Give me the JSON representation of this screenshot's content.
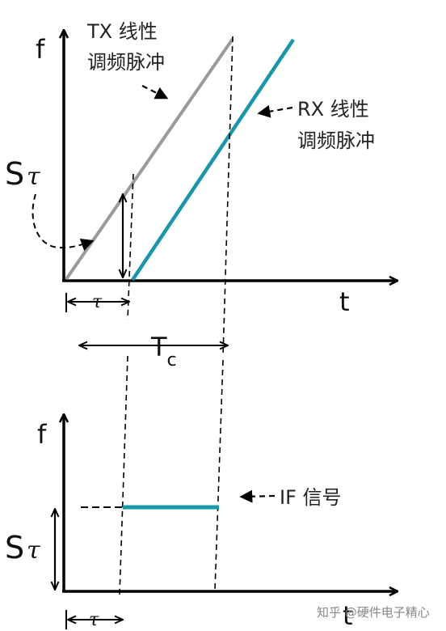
{
  "top": {
    "f_label": "f",
    "t_label": "t",
    "tx_label_line1": "TX 线性",
    "tx_label_line2": "调频脉冲",
    "rx_label_line1": "RX 线性",
    "rx_label_line2": "调频脉冲",
    "s_label": "S",
    "tau_symbol": "τ",
    "tau_label": "τ",
    "tc_label": "T",
    "tc_sub": "c"
  },
  "bottom": {
    "f_label": "f",
    "t_label": "t",
    "if_label": "IF 信号",
    "s_label": "S",
    "tau_symbol": "τ",
    "tau_label": "τ"
  },
  "watermark": {
    "text": "知乎 @硬件电子精心"
  },
  "colors": {
    "axis": "#000000",
    "tx_line": "#9a9a9a",
    "rx_line": "#1a96a8",
    "if_line": "#1a96a8"
  }
}
